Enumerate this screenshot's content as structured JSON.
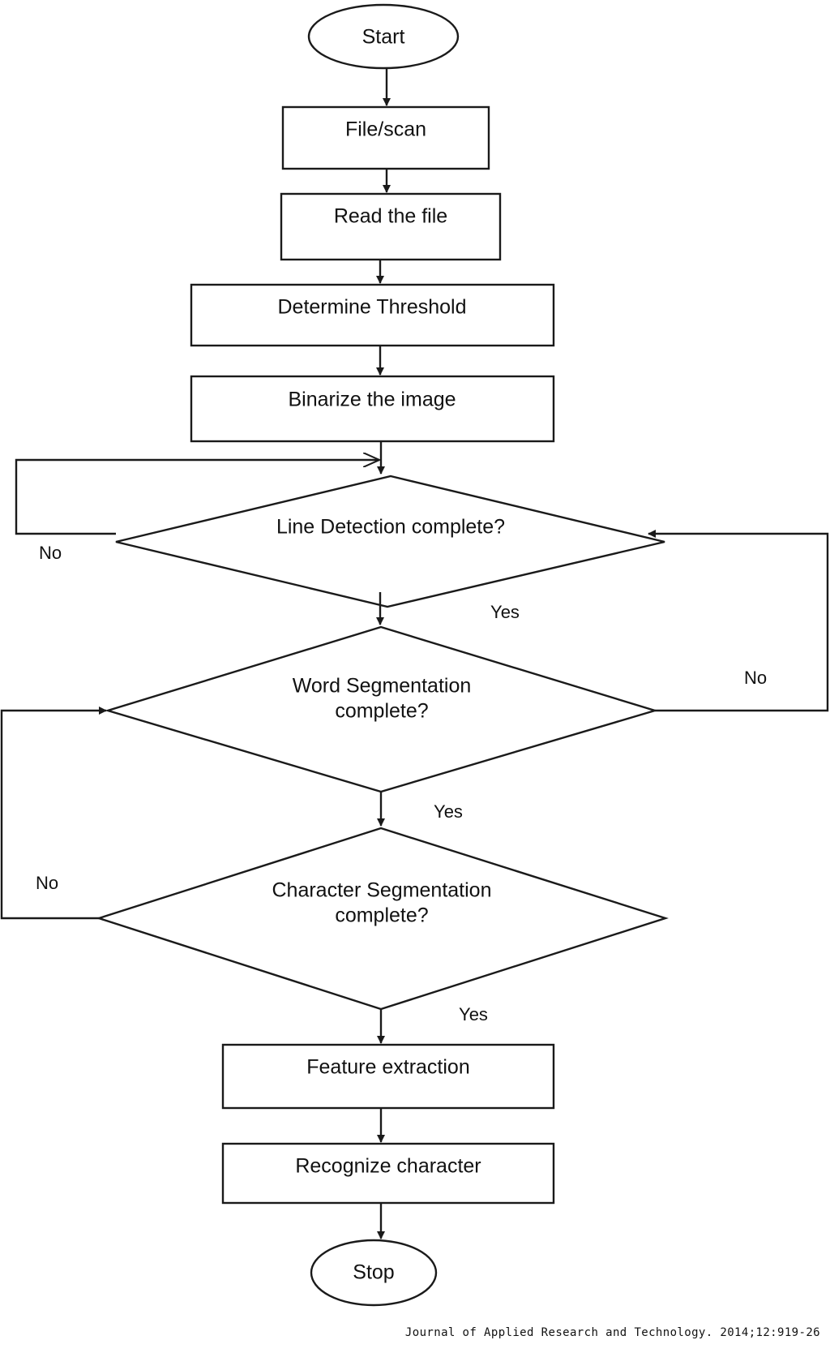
{
  "nodes": {
    "start": "Start",
    "file_scan": "File/scan",
    "read_file": "Read the file",
    "determine_threshold": "Determine Threshold",
    "binarize": "Binarize the image",
    "line_detection": "Line Detection complete?",
    "word_segmentation_1": "Word Segmentation",
    "word_segmentation_2": "complete?",
    "char_segmentation_1": "Character Segmentation",
    "char_segmentation_2": "complete?",
    "feature_extraction": "Feature extraction",
    "recognize": "Recognize character",
    "stop": "Stop"
  },
  "edges": {
    "line_no": "No",
    "line_yes": "Yes",
    "word_no": "No",
    "word_yes": "Yes",
    "char_no": "No",
    "char_yes": "Yes"
  },
  "citation": "Journal of Applied Research and Technology. 2014;12:919-26"
}
